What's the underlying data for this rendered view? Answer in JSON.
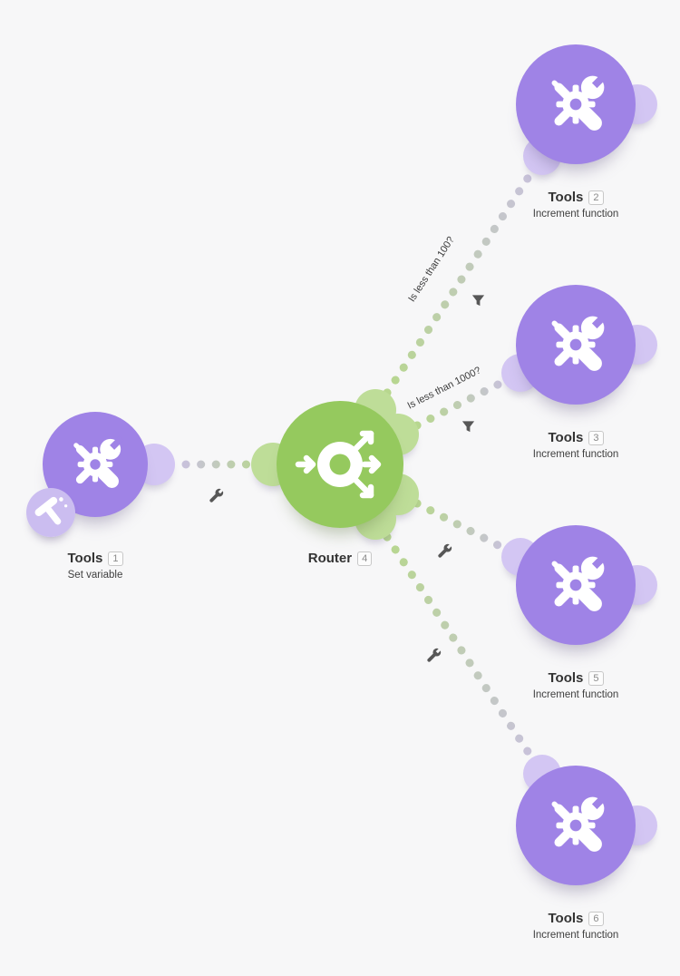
{
  "nodes": {
    "tools1": {
      "title": "Tools",
      "badge": "1",
      "subtitle": "Set variable",
      "icon": "tools-icon",
      "badge_icon": "set-variable-tool-icon",
      "color": "#9f83e6"
    },
    "router": {
      "title": "Router",
      "badge": "4",
      "icon": "router-arrows-icon",
      "color": "#95c95e"
    },
    "tools2": {
      "title": "Tools",
      "badge": "2",
      "subtitle": "Increment function",
      "icon": "tools-icon",
      "color": "#9f83e6"
    },
    "tools3": {
      "title": "Tools",
      "badge": "3",
      "subtitle": "Increment function",
      "icon": "tools-icon",
      "color": "#9f83e6"
    },
    "tools5": {
      "title": "Tools",
      "badge": "5",
      "subtitle": "Increment function",
      "icon": "tools-icon",
      "color": "#9f83e6"
    },
    "tools6": {
      "title": "Tools",
      "badge": "6",
      "subtitle": "Increment function",
      "icon": "tools-icon",
      "color": "#9f83e6"
    }
  },
  "connections": {
    "tools1_router": {
      "from": "Tools 1",
      "to": "Router 4",
      "icon": "wrench-icon",
      "label": ""
    },
    "router_tools2": {
      "from": "Router 4",
      "to": "Tools 2",
      "icon": "filter-funnel-icon",
      "label": "Is less than 100?"
    },
    "router_tools3": {
      "from": "Router 4",
      "to": "Tools 3",
      "icon": "filter-funnel-icon",
      "label": "Is less than 1000?"
    },
    "router_tools5": {
      "from": "Router 4",
      "to": "Tools 5",
      "icon": "wrench-icon",
      "label": ""
    },
    "router_tools6": {
      "from": "Router 4",
      "to": "Tools 6",
      "icon": "wrench-icon",
      "label": ""
    }
  },
  "colors": {
    "canvas_bg": "#f7f7f8",
    "module_purple": "#9f83e6",
    "router_green": "#95c95e",
    "port_purple": "#d3c6f3",
    "port_green": "#bedd98",
    "dot_green": "#b7d78e",
    "dot_gray": "#c8c2da",
    "wire_icon_gray": "#575757"
  }
}
